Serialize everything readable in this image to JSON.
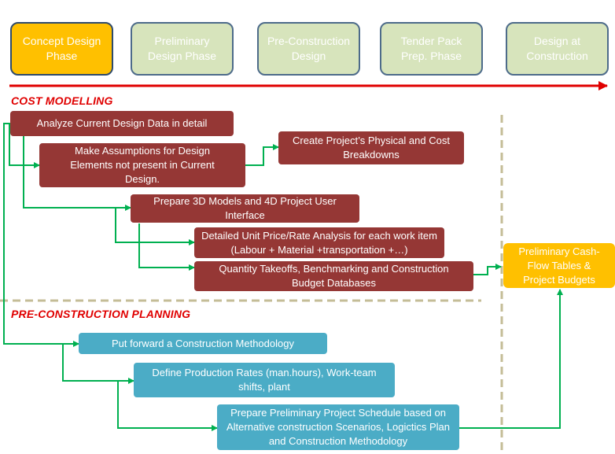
{
  "phases": [
    {
      "label": "Concept Design\nPhase",
      "state": "active"
    },
    {
      "label": "Preliminary\nDesign Phase",
      "state": "inactive"
    },
    {
      "label": "Pre-Construction\nDesign",
      "state": "inactive"
    },
    {
      "label": "Tender Pack\nPrep. Phase",
      "state": "inactive"
    },
    {
      "label": "Design at\nConstruction",
      "state": "inactive"
    }
  ],
  "sections": {
    "cost_modelling": "COST MODELLING",
    "pre_construction_planning": "PRE-CONSTRUCTION PLANNING"
  },
  "cost_boxes": {
    "analyze": "Analyze Current Design Data in detail",
    "assumptions": "Make Assumptions for Design Elements not present in Current Design.",
    "breakdowns": "Create Project’s Physical and Cost Breakdowns",
    "models_3d4d": "Prepare 3D Models and 4D Project User Interface",
    "unit_price": "Detailed Unit Price/Rate Analysis for each work item (Labour + Material +transportation +…)",
    "quantity": "Quantity  Takeoffs, Benchmarking and Construction Budget Databases"
  },
  "planning_boxes": {
    "methodology": "Put forward a Construction Methodology",
    "production": "Define Production Rates (man.hours), Work-team shifts, plant",
    "schedule": "Prepare Preliminary Project Schedule based on Alternative construction Scenarios, Logictics Plan and Construction Methodology"
  },
  "output_box": "Preliminary Cash-Flow Tables & Project Budgets",
  "colors": {
    "phase_active": "#ffc000",
    "phase_inactive": "#d7e4bc",
    "timeline_arrow": "#e00000",
    "cost_box": "#953735",
    "planning_box": "#4bacc6",
    "output_box": "#ffc000",
    "connector": "#00b050",
    "divider": "#c4bd97"
  }
}
